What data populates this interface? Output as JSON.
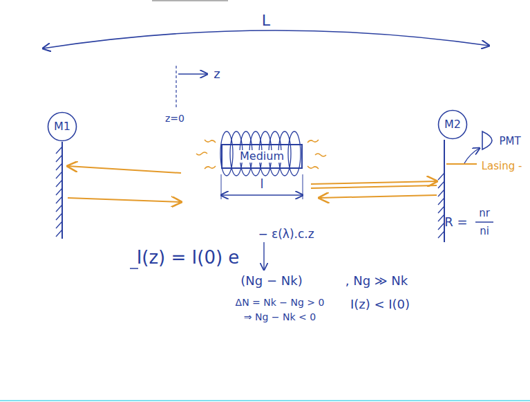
{
  "diagram": {
    "nodes": [
      {
        "text": [
          "M1"
        ]
      },
      {
        "text": [
          "M2"
        ]
      },
      {
        "text": [
          "Medium"
        ]
      }
    ],
    "labels": [
      "L",
      "z",
      "z=0",
      "l",
      "PMT",
      "Lasing -",
      "R =",
      "nr",
      "ni",
      "I(z) = I(0) e",
      "− ε(λ).c.z",
      "(Ng − Nk)",
      ", Ng ≫ Nk",
      "ΔN = Nk − Ng > 0",
      "⇒ Ng − Nk < 0",
      "I(z) < I(0)"
    ]
  }
}
